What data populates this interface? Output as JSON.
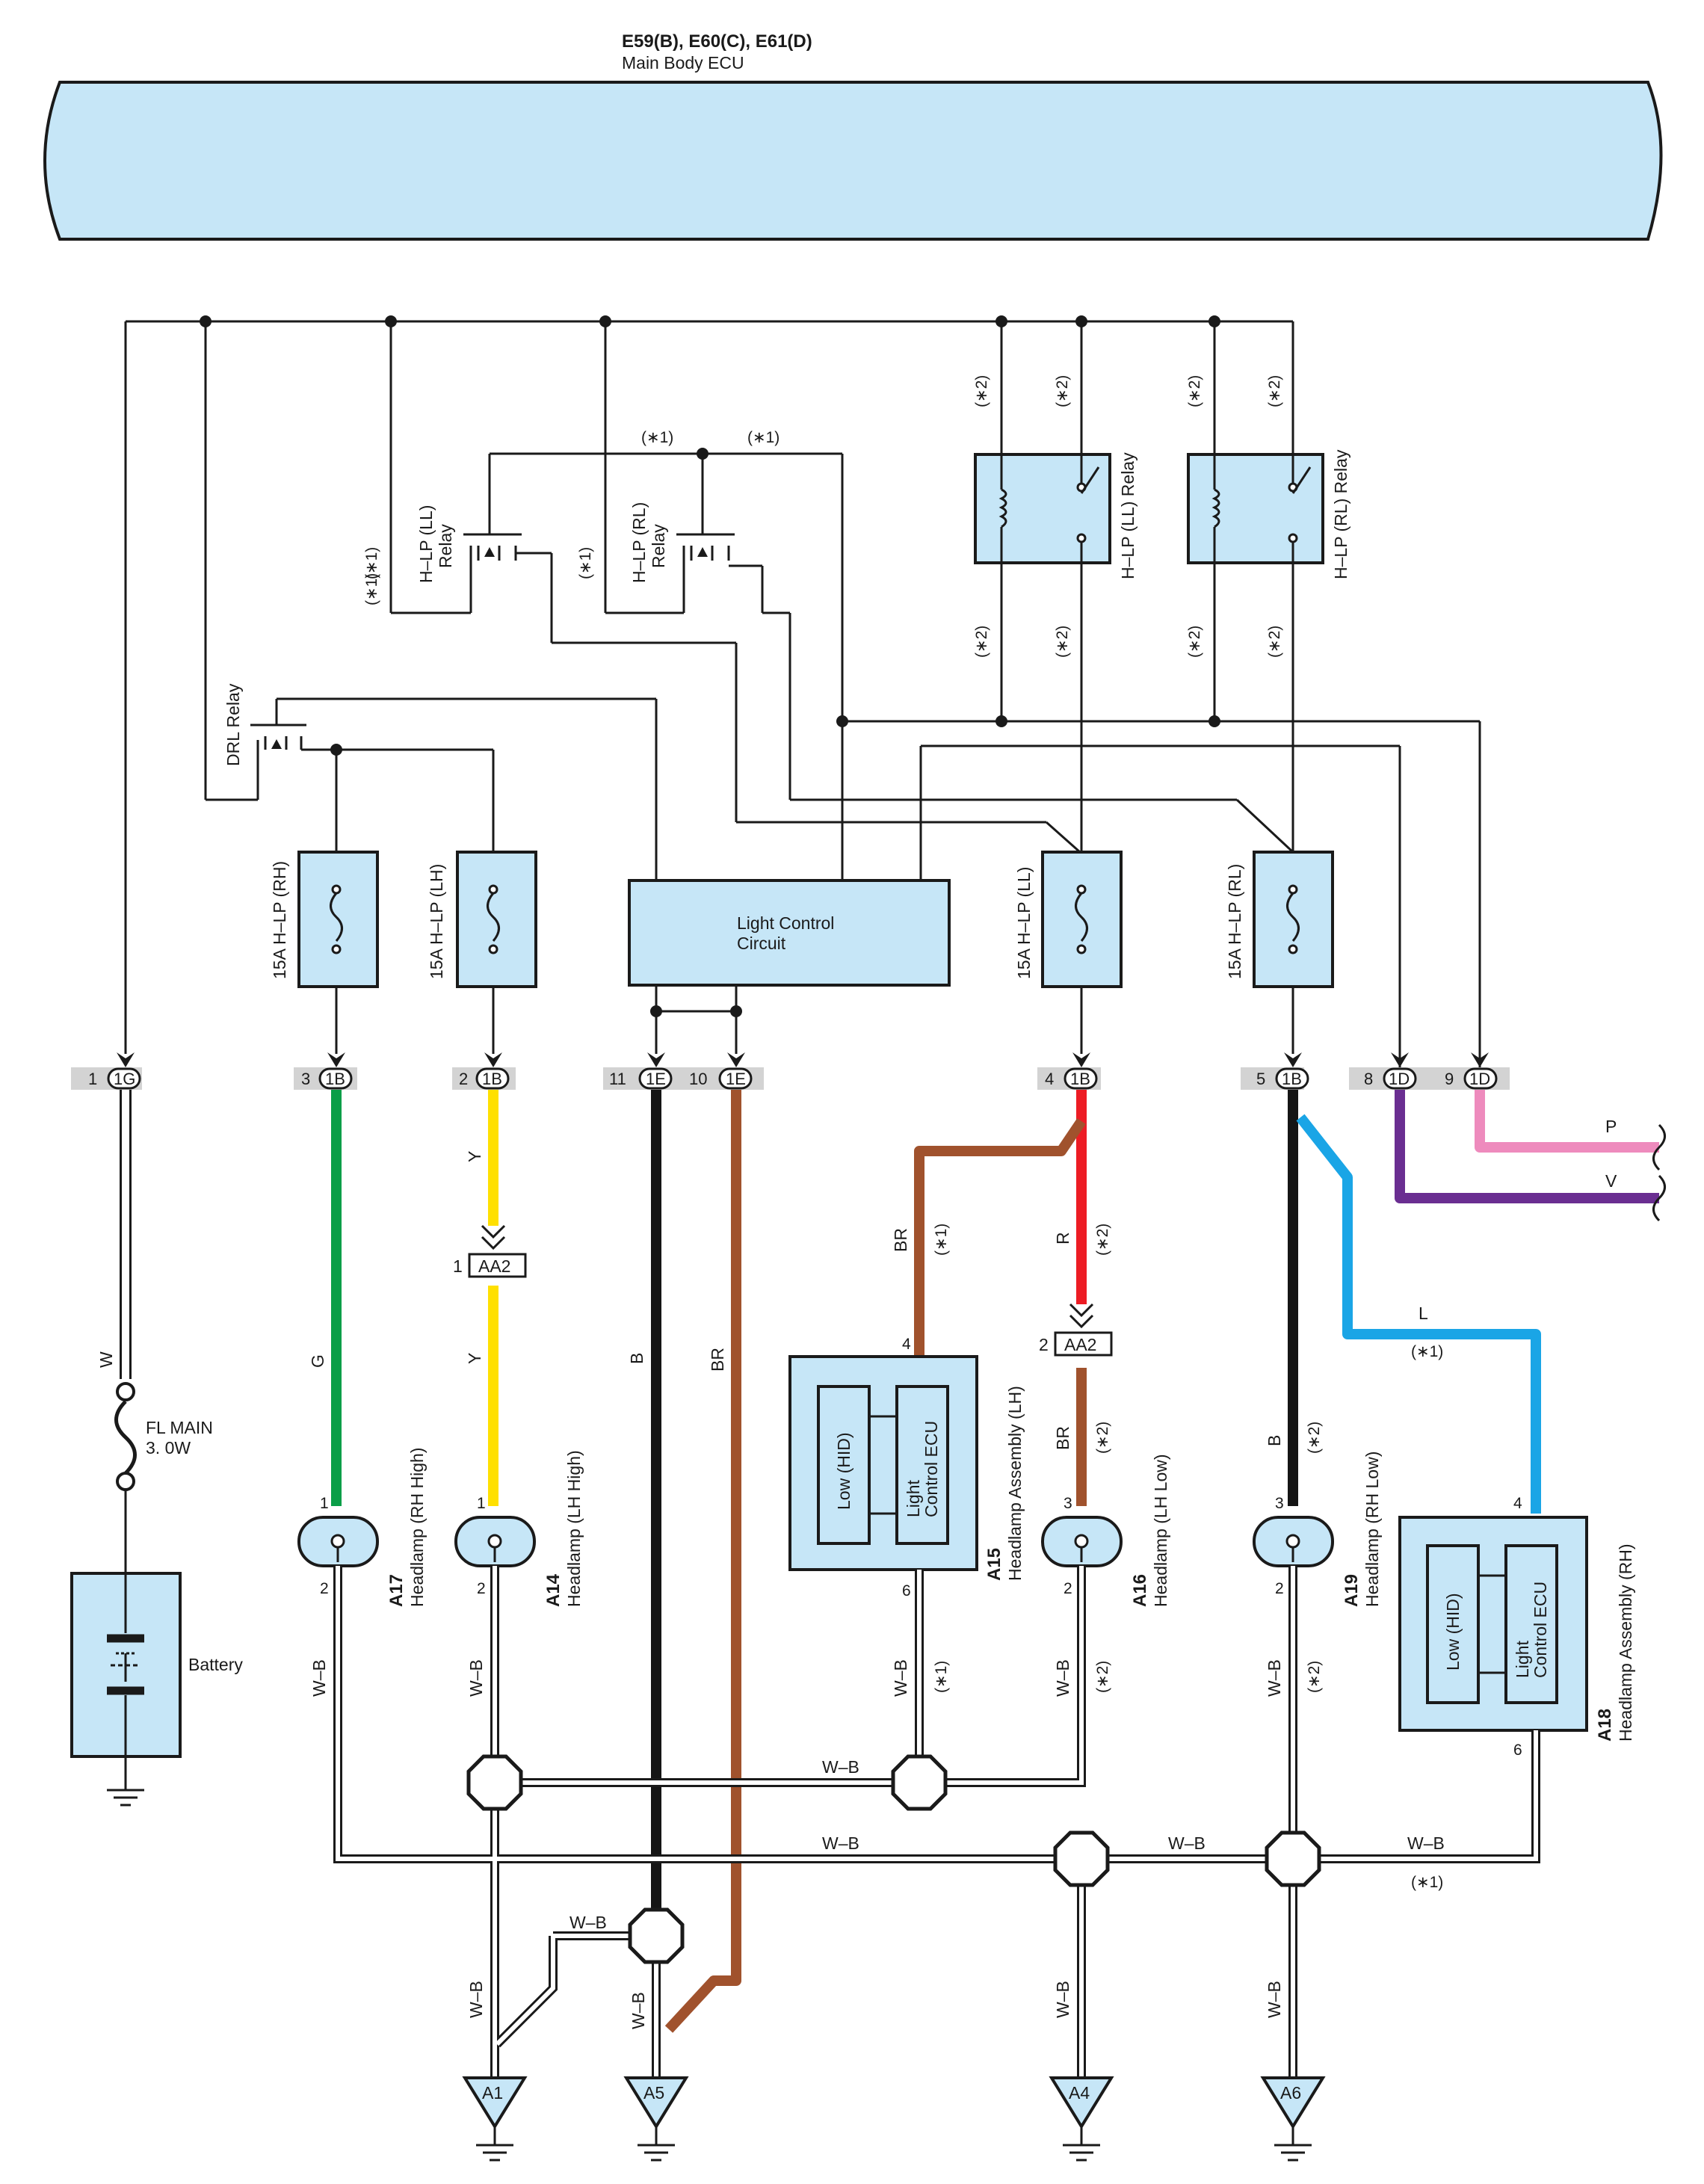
{
  "ecu": {
    "connectors": "E59(B), E60(C), E61(D)",
    "name": "Main Body ECU"
  },
  "relays": {
    "drl": "DRL Relay",
    "hlp_ll_1": "H–LP (LL)",
    "hlp_ll_2": "Relay",
    "hlp_rl_1": "H–LP (RL)",
    "hlp_rl_2": "Relay",
    "hlp_ll_relay": "H–LP (LL) Relay",
    "hlp_rl_relay": "H–LP (RL) Relay"
  },
  "notes": {
    "n1": "(∗1)",
    "n2": "(∗2)"
  },
  "fuses": {
    "rh": "15A H–LP (RH)",
    "lh": "15A H–LP (LH)",
    "ll": "15A H–LP (LL)",
    "rl": "15A H–LP (RL)"
  },
  "light_control": {
    "line1": "Light Control",
    "line2": "Circuit"
  },
  "pins": [
    {
      "num": "1",
      "conn": "1G"
    },
    {
      "num": "3",
      "conn": "1B"
    },
    {
      "num": "2",
      "conn": "1B"
    },
    {
      "num": "11",
      "conn": "1E"
    },
    {
      "num": "10",
      "conn": "1E"
    },
    {
      "num": "4",
      "conn": "1B"
    },
    {
      "num": "5",
      "conn": "1B"
    },
    {
      "num": "8",
      "conn": "1D"
    },
    {
      "num": "9",
      "conn": "1D"
    }
  ],
  "wires": {
    "W": "W",
    "G": "G",
    "Y": "Y",
    "B": "B",
    "BR": "BR",
    "R": "R",
    "L": "L",
    "P": "P",
    "V": "V",
    "WB": "W–B"
  },
  "fuse_main": {
    "line1": "FL MAIN",
    "line2": "3. 0W"
  },
  "battery": "Battery",
  "junction_connectors": {
    "aa2": "AA2",
    "aa2_pin1": "1",
    "aa2_pin2": "2"
  },
  "components": {
    "a17": {
      "code": "A17",
      "name": "Headlamp (RH High)",
      "pin_top": "1",
      "pin_bottom": "2"
    },
    "a14": {
      "code": "A14",
      "name": "Headlamp (LH High)",
      "pin_top": "1",
      "pin_bottom": "2"
    },
    "a15": {
      "code": "A15",
      "name": "Headlamp Assembly (LH)",
      "low": "Low (HID)",
      "ecu1": "Light",
      "ecu2": "Control ECU",
      "pin_top": "4",
      "pin_bottom": "6"
    },
    "a16": {
      "code": "A16",
      "name": "Headlamp (LH Low)",
      "pin_top": "3",
      "pin_bottom": "2"
    },
    "a19": {
      "code": "A19",
      "name": "Headlamp (RH Low)",
      "pin_top": "3",
      "pin_bottom": "2"
    },
    "a18": {
      "code": "A18",
      "name": "Headlamp Assembly (RH)",
      "low": "Low (HID)",
      "ecu1": "Light",
      "ecu2": "Control ECU",
      "pin_top": "4",
      "pin_bottom": "6"
    }
  },
  "grounds": {
    "a1": "A1",
    "a5": "A5",
    "a4": "A4",
    "a6": "A6"
  },
  "colors": {
    "green": "#0a9e48",
    "yellow": "#ffe000",
    "black": "#151515",
    "brown": "#a0522d",
    "red": "#ed1c24",
    "blue": "#1aa5e6",
    "pink": "#ee8bbd",
    "purple": "#6a2e91",
    "box": "#c6e6f7"
  }
}
